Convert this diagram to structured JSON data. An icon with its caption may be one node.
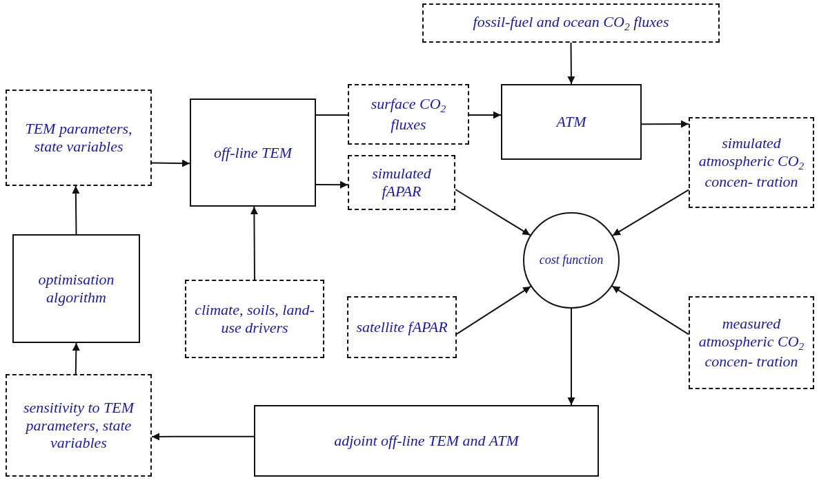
{
  "diagram": {
    "nodes": [
      {
        "text": [
          "fossil-fuel and ocean CO$_{2}$ fluxes"
        ]
      },
      {
        "text": [
          "TEM parameters, state variables"
        ]
      },
      {
        "text": [
          "off-line TEM"
        ]
      },
      {
        "text": [
          "surface CO$_{2}$ fluxes"
        ]
      },
      {
        "text": [
          "ATM"
        ]
      },
      {
        "text": [
          "simulated atmospheric CO$_{2}$ concen- tration"
        ]
      },
      {
        "text": [
          "simulated fAPAR"
        ]
      },
      {
        "text": [
          "cost function"
        ]
      },
      {
        "text": [
          "optimisation algorithm"
        ]
      },
      {
        "text": [
          "climate, soils, land-use drivers"
        ]
      },
      {
        "text": [
          "satellite fAPAR"
        ]
      },
      {
        "text": [
          "measured atmospheric CO$_{2}$ concen- tration"
        ]
      },
      {
        "text": [
          "sensitivity to TEM parameters, state variables"
        ]
      },
      {
        "text": [
          "adjoint off-line TEM and ATM"
        ]
      }
    ],
    "edges": [
      {
        "from": 0,
        "to": 4,
        "arrow": "to"
      },
      {
        "from": 1,
        "to": 2,
        "arrow": "to"
      },
      {
        "from": 2,
        "to": 3,
        "arrow": "none"
      },
      {
        "from": 3,
        "to": 4,
        "arrow": "to"
      },
      {
        "from": 2,
        "to": 6,
        "arrow": "to"
      },
      {
        "from": 4,
        "to": 5,
        "arrow": "to"
      },
      {
        "from": 6,
        "to": 7,
        "arrow": "to"
      },
      {
        "from": 5,
        "to": 7,
        "arrow": "to"
      },
      {
        "from": 10,
        "to": 7,
        "arrow": "to"
      },
      {
        "from": 11,
        "to": 7,
        "arrow": "to"
      },
      {
        "from": 9,
        "to": 2,
        "arrow": "to"
      },
      {
        "from": 7,
        "to": 13,
        "arrow": "to"
      },
      {
        "from": 13,
        "to": 12,
        "arrow": "to"
      },
      {
        "from": 12,
        "to": 8,
        "arrow": "to"
      },
      {
        "from": 8,
        "to": 1,
        "arrow": "to"
      }
    ]
  }
}
